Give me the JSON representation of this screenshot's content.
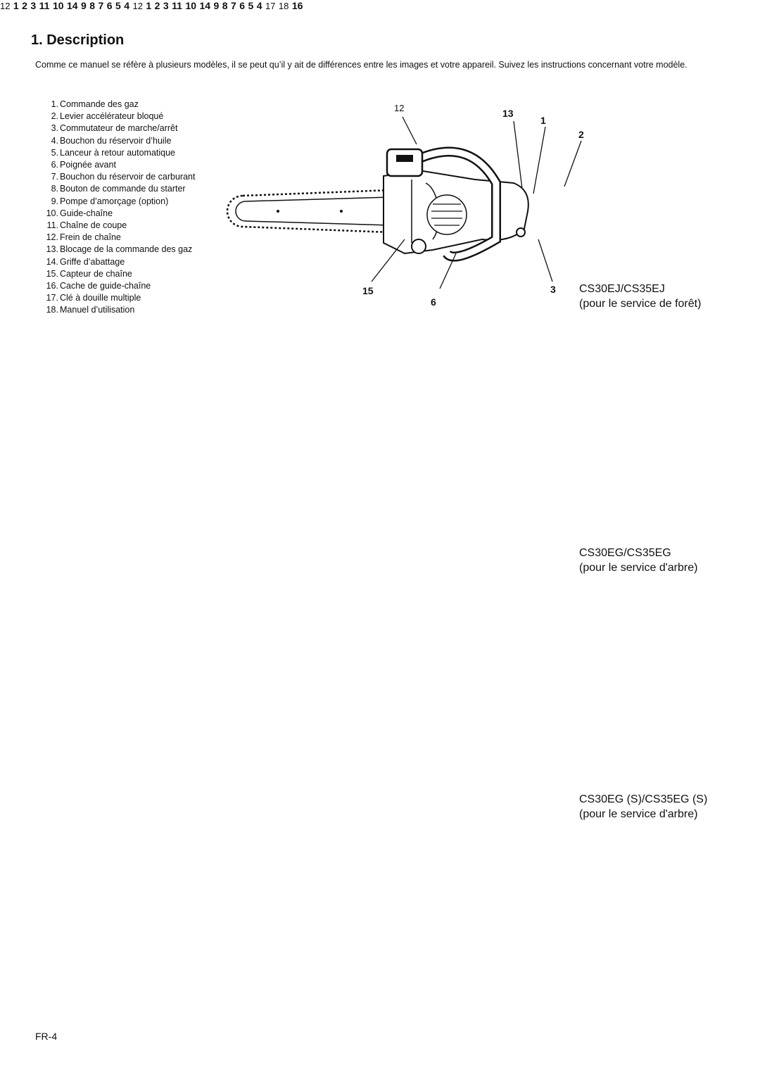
{
  "heading": "1. Description",
  "intro": "Comme ce manuel se réfère à plusieurs modèles, il se peut qu’il y ait de différences entre les images et votre appareil.  Suivez les instructions concernant votre modèle.",
  "parts": [
    {
      "num": "1.",
      "label": "Commande des gaz"
    },
    {
      "num": "2.",
      "label": "Levier accélérateur bloqué"
    },
    {
      "num": "3.",
      "label": "Commutateur de marche/arrêt"
    },
    {
      "num": "4.",
      "label": "Bouchon du réservoir d’huile"
    },
    {
      "num": "5.",
      "label": "Lanceur à retour automatique"
    },
    {
      "num": "6.",
      "label": "Poignée avant"
    },
    {
      "num": "7.",
      "label": "Bouchon du réservoir de carburant"
    },
    {
      "num": "8.",
      "label": "Bouton de commande du starter"
    },
    {
      "num": "9.",
      "label": "Pompe d’amorçage (option)"
    },
    {
      "num": "10.",
      "label": "Guide-chaîne"
    },
    {
      "num": "11.",
      "label": "Chaîne de coupe"
    },
    {
      "num": "12.",
      "label": "Frein de chaîne"
    },
    {
      "num": "13.",
      "label": "Blocage de la commande des gaz"
    },
    {
      "num": "14.",
      "label": "Griffe d’abattage"
    },
    {
      "num": "15.",
      "label": "Capteur de chaîne"
    },
    {
      "num": "16.",
      "label": "Cache de guide-chaîne"
    },
    {
      "num": "17.",
      "label": "Clé à douille multiple"
    },
    {
      "num": "18.",
      "label": "Manuel d’utilisation"
    }
  ],
  "figures": [
    {
      "model": "CS30EJ/CS35EJ",
      "service": "(pour le service de forêt)",
      "callouts": [
        "12",
        "13",
        "1",
        "2",
        "15",
        "6",
        "3"
      ]
    },
    {
      "model": "CS30EG/CS35EG",
      "service": "(pour le service d'arbre)",
      "callouts": [
        "12",
        "1",
        "2",
        "3",
        "11",
        "10",
        "14",
        "9",
        "8",
        "7",
        "6",
        "5",
        "4"
      ]
    },
    {
      "model": "CS30EG (S)/CS35EG (S)",
      "service": "(pour le service d'arbre)",
      "callouts": [
        "12",
        "1",
        "2",
        "3",
        "11",
        "10",
        "14",
        "9",
        "8",
        "7",
        "6",
        "5",
        "4"
      ]
    }
  ],
  "accessories": [
    "17",
    "18",
    "16"
  ],
  "page_number": "FR-4"
}
